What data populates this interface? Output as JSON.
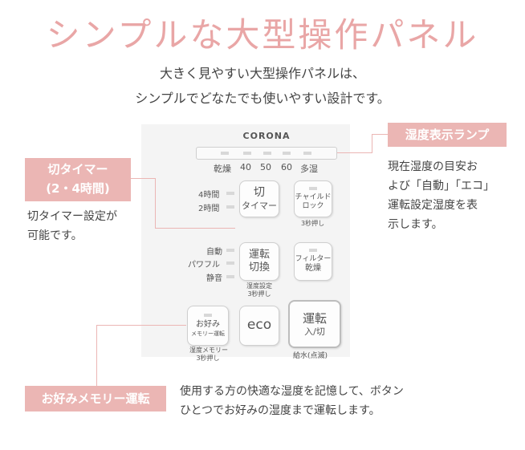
{
  "headline": "シンプルな大型操作パネル",
  "lead": {
    "line1": "大きく見やすい大型操作パネルは、",
    "line2": "シンプルでどなたでも使いやすい設計です。"
  },
  "panel": {
    "brand": "CORONA",
    "humidity_scale": [
      "乾燥",
      "40",
      "50",
      "60",
      "多湿"
    ],
    "timer": {
      "indicators": [
        "4時間",
        "2時間"
      ],
      "button_line1": "切",
      "button_line2": "タイマー"
    },
    "child_lock": {
      "button_line1": "チャイルド",
      "button_line2": "ロック",
      "note": "3秒押し"
    },
    "mode": {
      "indicators": [
        "自動",
        "パワフル",
        "静音"
      ],
      "button_line1": "運転",
      "button_line2": "切換",
      "note_line1": "湿度設定",
      "note_line2": "3秒押し"
    },
    "filter_dry": {
      "button_line1": "フィルター",
      "button_line2": "乾燥"
    },
    "memory": {
      "button_line1": "お好み",
      "button_line2": "メモリー運転",
      "note_line1": "湿度メモリー",
      "note_line2": "3秒押し"
    },
    "eco": {
      "label": "eco"
    },
    "power": {
      "button_line1": "運転",
      "button_line2": "入/切",
      "note": "給水(点滅)"
    }
  },
  "callouts": {
    "humidity_lamp": {
      "title": "湿度表示ランプ",
      "desc": [
        "現在湿度の目安お",
        "よび「自動」「エコ」",
        "運転設定湿度を表",
        "示します。"
      ]
    },
    "timer": {
      "title_line1": "切タイマー",
      "title_line2": "(2・4時間)",
      "desc": [
        "切タイマー設定が",
        "可能です。"
      ]
    },
    "memory": {
      "title": "お好みメモリー運転",
      "desc": [
        "使用する方の快適な湿度を記憶して、ボタン",
        "ひとつでお好みの湿度まで運転します。"
      ]
    }
  },
  "colors": {
    "accent": "#ebb6b4",
    "headline": "#e9a6a6"
  }
}
